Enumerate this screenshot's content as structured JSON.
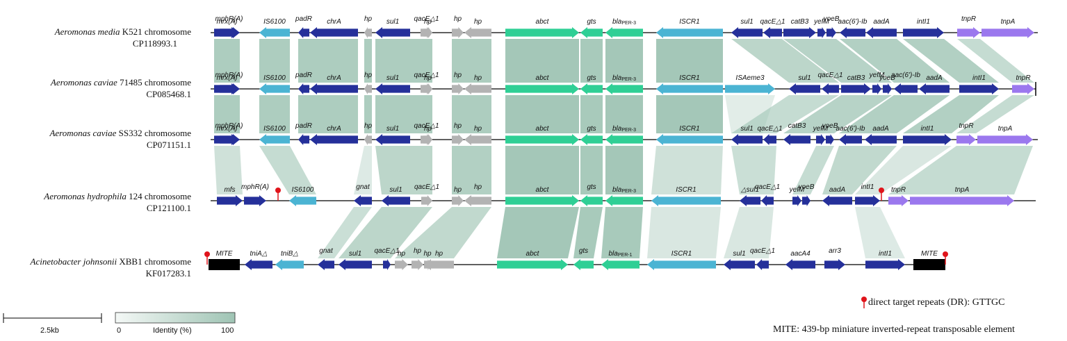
{
  "tracks": [
    {
      "organism": "Aeromonas media",
      "strain": " K521 chromosome",
      "accession": "CP118993.1",
      "genes": [
        "mrx(A)",
        "mphR(A)",
        "IS6100",
        "padR",
        "chrA",
        "hp",
        "sul1",
        "qacE△1",
        "hp",
        "hp",
        "hp",
        "abct",
        "gts",
        "blaPER-3",
        "ISCR1",
        "sul1",
        "qacE△1",
        "catB3",
        "yefM",
        "yoeB",
        "aac(6')-Ib",
        "aadA",
        "intI1",
        "tnpR",
        "tnpA"
      ]
    },
    {
      "organism": "Aeromonas caviae",
      "strain": " 71485 chromosome",
      "accession": "CP085468.1",
      "genes": [
        "mrx(A)",
        "mphR(A)",
        "IS6100",
        "padR",
        "chrA",
        "hp",
        "sul1",
        "qacE△1",
        "hp",
        "hp",
        "hp",
        "abct",
        "gts",
        "blaPER-3",
        "ISCR1",
        "ISAeme3",
        "sul1",
        "qacE△1",
        "catB3",
        "yefM",
        "yoeB",
        "aac(6')-Ib",
        "aadA",
        "intI1",
        "tnpR"
      ]
    },
    {
      "organism": "Aeromonas caviae",
      "strain": "  SS332 chromosome",
      "accession": "CP071151.1",
      "genes": [
        "mrx(A)",
        "mphR(A)",
        "IS6100",
        "padR",
        "chrA",
        "hp",
        "sul1",
        "qacE△1",
        "hp",
        "hp",
        "hp",
        "abct",
        "gts",
        "blaPER-3",
        "ISCR1",
        "sul1",
        "qacE△1",
        "catB3",
        "yefM",
        "yoeB",
        "aac(6')-Ib",
        "aadA",
        "intI1",
        "tnpR",
        "tnpA"
      ]
    },
    {
      "organism": "Aeromonas hydrophila",
      "strain": " 124 chromosome",
      "accession": "CP121100.1",
      "genes": [
        "mfs",
        "mphR(A)",
        "IS6100",
        "gnat",
        "sul1",
        "qacE△1",
        "hp",
        "hp",
        "abct",
        "gts",
        "blaPER-3",
        "ISCR1",
        "△sul1",
        "qacE△1",
        "yefM",
        "yoeB",
        "aadA",
        "intI1",
        "tnpR",
        "tnpA"
      ]
    },
    {
      "organism": "Acinetobacter johnsonii",
      "strain": " XBB1 chromosome",
      "accession": "KF017283.1",
      "genes": [
        "MITE",
        "tniA△",
        "tniB△",
        "gnat",
        "sul1",
        "qacE△1",
        "hp",
        "hp",
        "hp",
        "hp",
        "abct",
        "gts",
        "blaPER-1",
        "ISCR1",
        "sul1",
        "qacE△1",
        "aacA4",
        "arr3",
        "intI1",
        "MITE"
      ]
    }
  ],
  "legend": {
    "scale_label": "2.5kb",
    "identity_min": "0",
    "identity_title": "Identity (%)",
    "identity_max": "100",
    "dr_text": "direct target repeats (DR): GTTGC",
    "mite_text": "MITE: 439-bp miniature inverted-repeat transposable element"
  },
  "colors": {
    "dark_blue": "#25309a",
    "light_blue": "#4bb4d3",
    "green": "#2fcf95",
    "gray": "#b3b3b3",
    "purple": "#9b78ee",
    "black": "#000000",
    "identity_high": "#9fc4b4",
    "identity_low": "#e6efea",
    "marker": "#e0141b"
  }
}
